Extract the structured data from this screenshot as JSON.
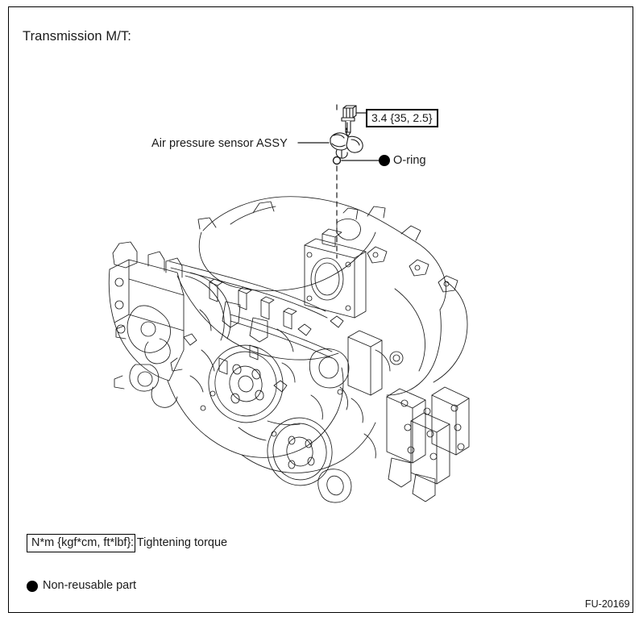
{
  "document": {
    "title": "Transmission M/T:",
    "figure_id": "FU-20169"
  },
  "callouts": [
    {
      "id": "air-pressure-sensor",
      "label": "Air pressure sensor ASSY",
      "type": "part-leader"
    },
    {
      "id": "o-ring",
      "label": "O-ring",
      "type": "part-leader",
      "marker": "filled-bullet",
      "non_reusable": true
    }
  ],
  "torque_spec": {
    "value": "3.4 {35, 2.5}",
    "nm": "3.4",
    "kgf_cm": "35",
    "ft_lbf": "2.5",
    "boxed": true
  },
  "legend": {
    "torque_units": "N*m {kgf*cm, ft*lbf}",
    "torque_description": ": Tightening torque",
    "non_reusable_marker": "filled-bullet",
    "non_reusable_text": "Non-reusable part"
  },
  "illustration": {
    "name": "engine-assembly-line-drawing",
    "description": "Horizontally-opposed engine with intake manifold, throttle body, two pulleys and transmission bell housing",
    "stroke_color": "#1a1a1a"
  },
  "colors": {
    "frame": "#000000",
    "text": "#1a1a1a",
    "background": "#ffffff",
    "line_art": "#1a1a1a"
  }
}
